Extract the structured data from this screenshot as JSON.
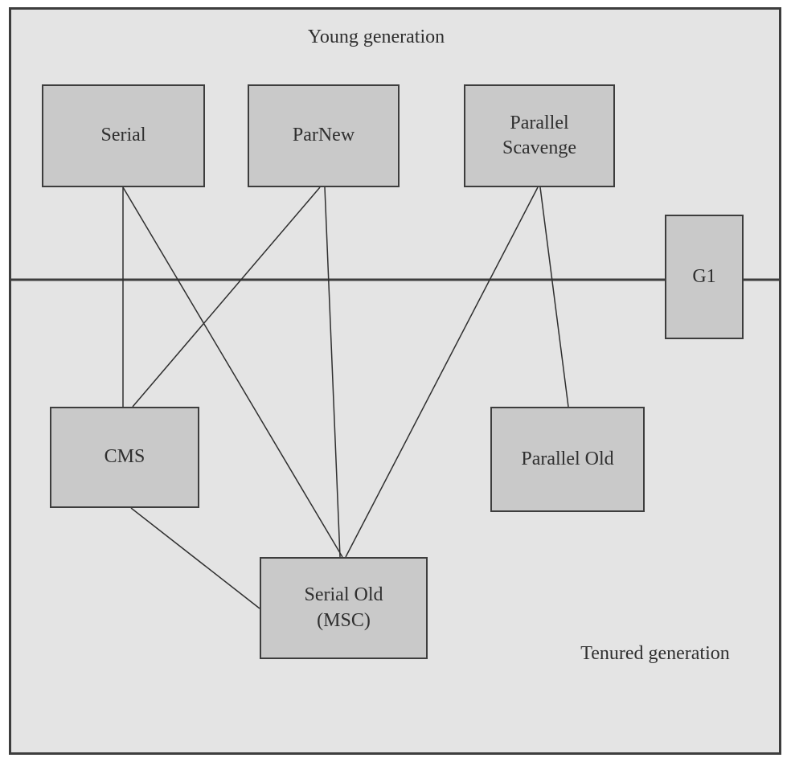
{
  "diagram": {
    "regions": {
      "young": {
        "label": "Young generation"
      },
      "tenured": {
        "label": "Tenured generation"
      }
    },
    "nodes": {
      "serial": {
        "label": "Serial"
      },
      "parnew": {
        "label": "ParNew"
      },
      "parallel_scavenge": {
        "line1": "Parallel",
        "line2": "Scavenge"
      },
      "g1": {
        "label": "G1"
      },
      "cms": {
        "label": "CMS"
      },
      "parallel_old": {
        "label": "Parallel Old"
      },
      "serial_old": {
        "line1": "Serial Old",
        "line2": "(MSC)"
      }
    },
    "connections": [
      {
        "from": "Serial",
        "to": "CMS"
      },
      {
        "from": "Serial",
        "to": "Serial Old (MSC)"
      },
      {
        "from": "ParNew",
        "to": "CMS"
      },
      {
        "from": "ParNew",
        "to": "Serial Old (MSC)"
      },
      {
        "from": "Parallel Scavenge",
        "to": "Serial Old (MSC)"
      },
      {
        "from": "Parallel Scavenge",
        "to": "Parallel Old"
      },
      {
        "from": "CMS",
        "to": "Serial Old (MSC)"
      }
    ],
    "colors": {
      "canvas_background": "#ffffff",
      "region_fill": "#e4e4e4",
      "node_fill": "#c9c9c9",
      "border": "#3d3d3d",
      "line": "#2f2f2f",
      "text": "#2f2f2f"
    }
  }
}
